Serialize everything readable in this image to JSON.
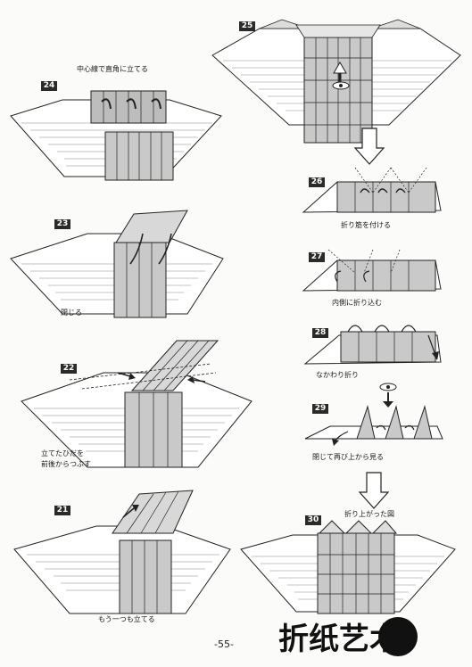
{
  "steps": [
    {
      "number": "24",
      "caption": "中心線で直角に立てる"
    },
    {
      "number": "25",
      "caption": ""
    },
    {
      "number": "23",
      "caption": "閉じる"
    },
    {
      "number": "22",
      "caption_line1": "立てたひだを",
      "caption_line2": "前後からつぶす"
    },
    {
      "number": "21",
      "caption": "もう一つも立てる"
    },
    {
      "number": "26",
      "caption": "折り筋を付ける"
    },
    {
      "number": "27",
      "caption": "内側に折り込む"
    },
    {
      "number": "28",
      "caption": "なかわり折り"
    },
    {
      "number": "29",
      "caption": "閉じて再び上から見る"
    },
    {
      "number": "30",
      "caption": "折り上がった図"
    }
  ],
  "page_number": "-55-",
  "watermark_text": "折纸艺术"
}
